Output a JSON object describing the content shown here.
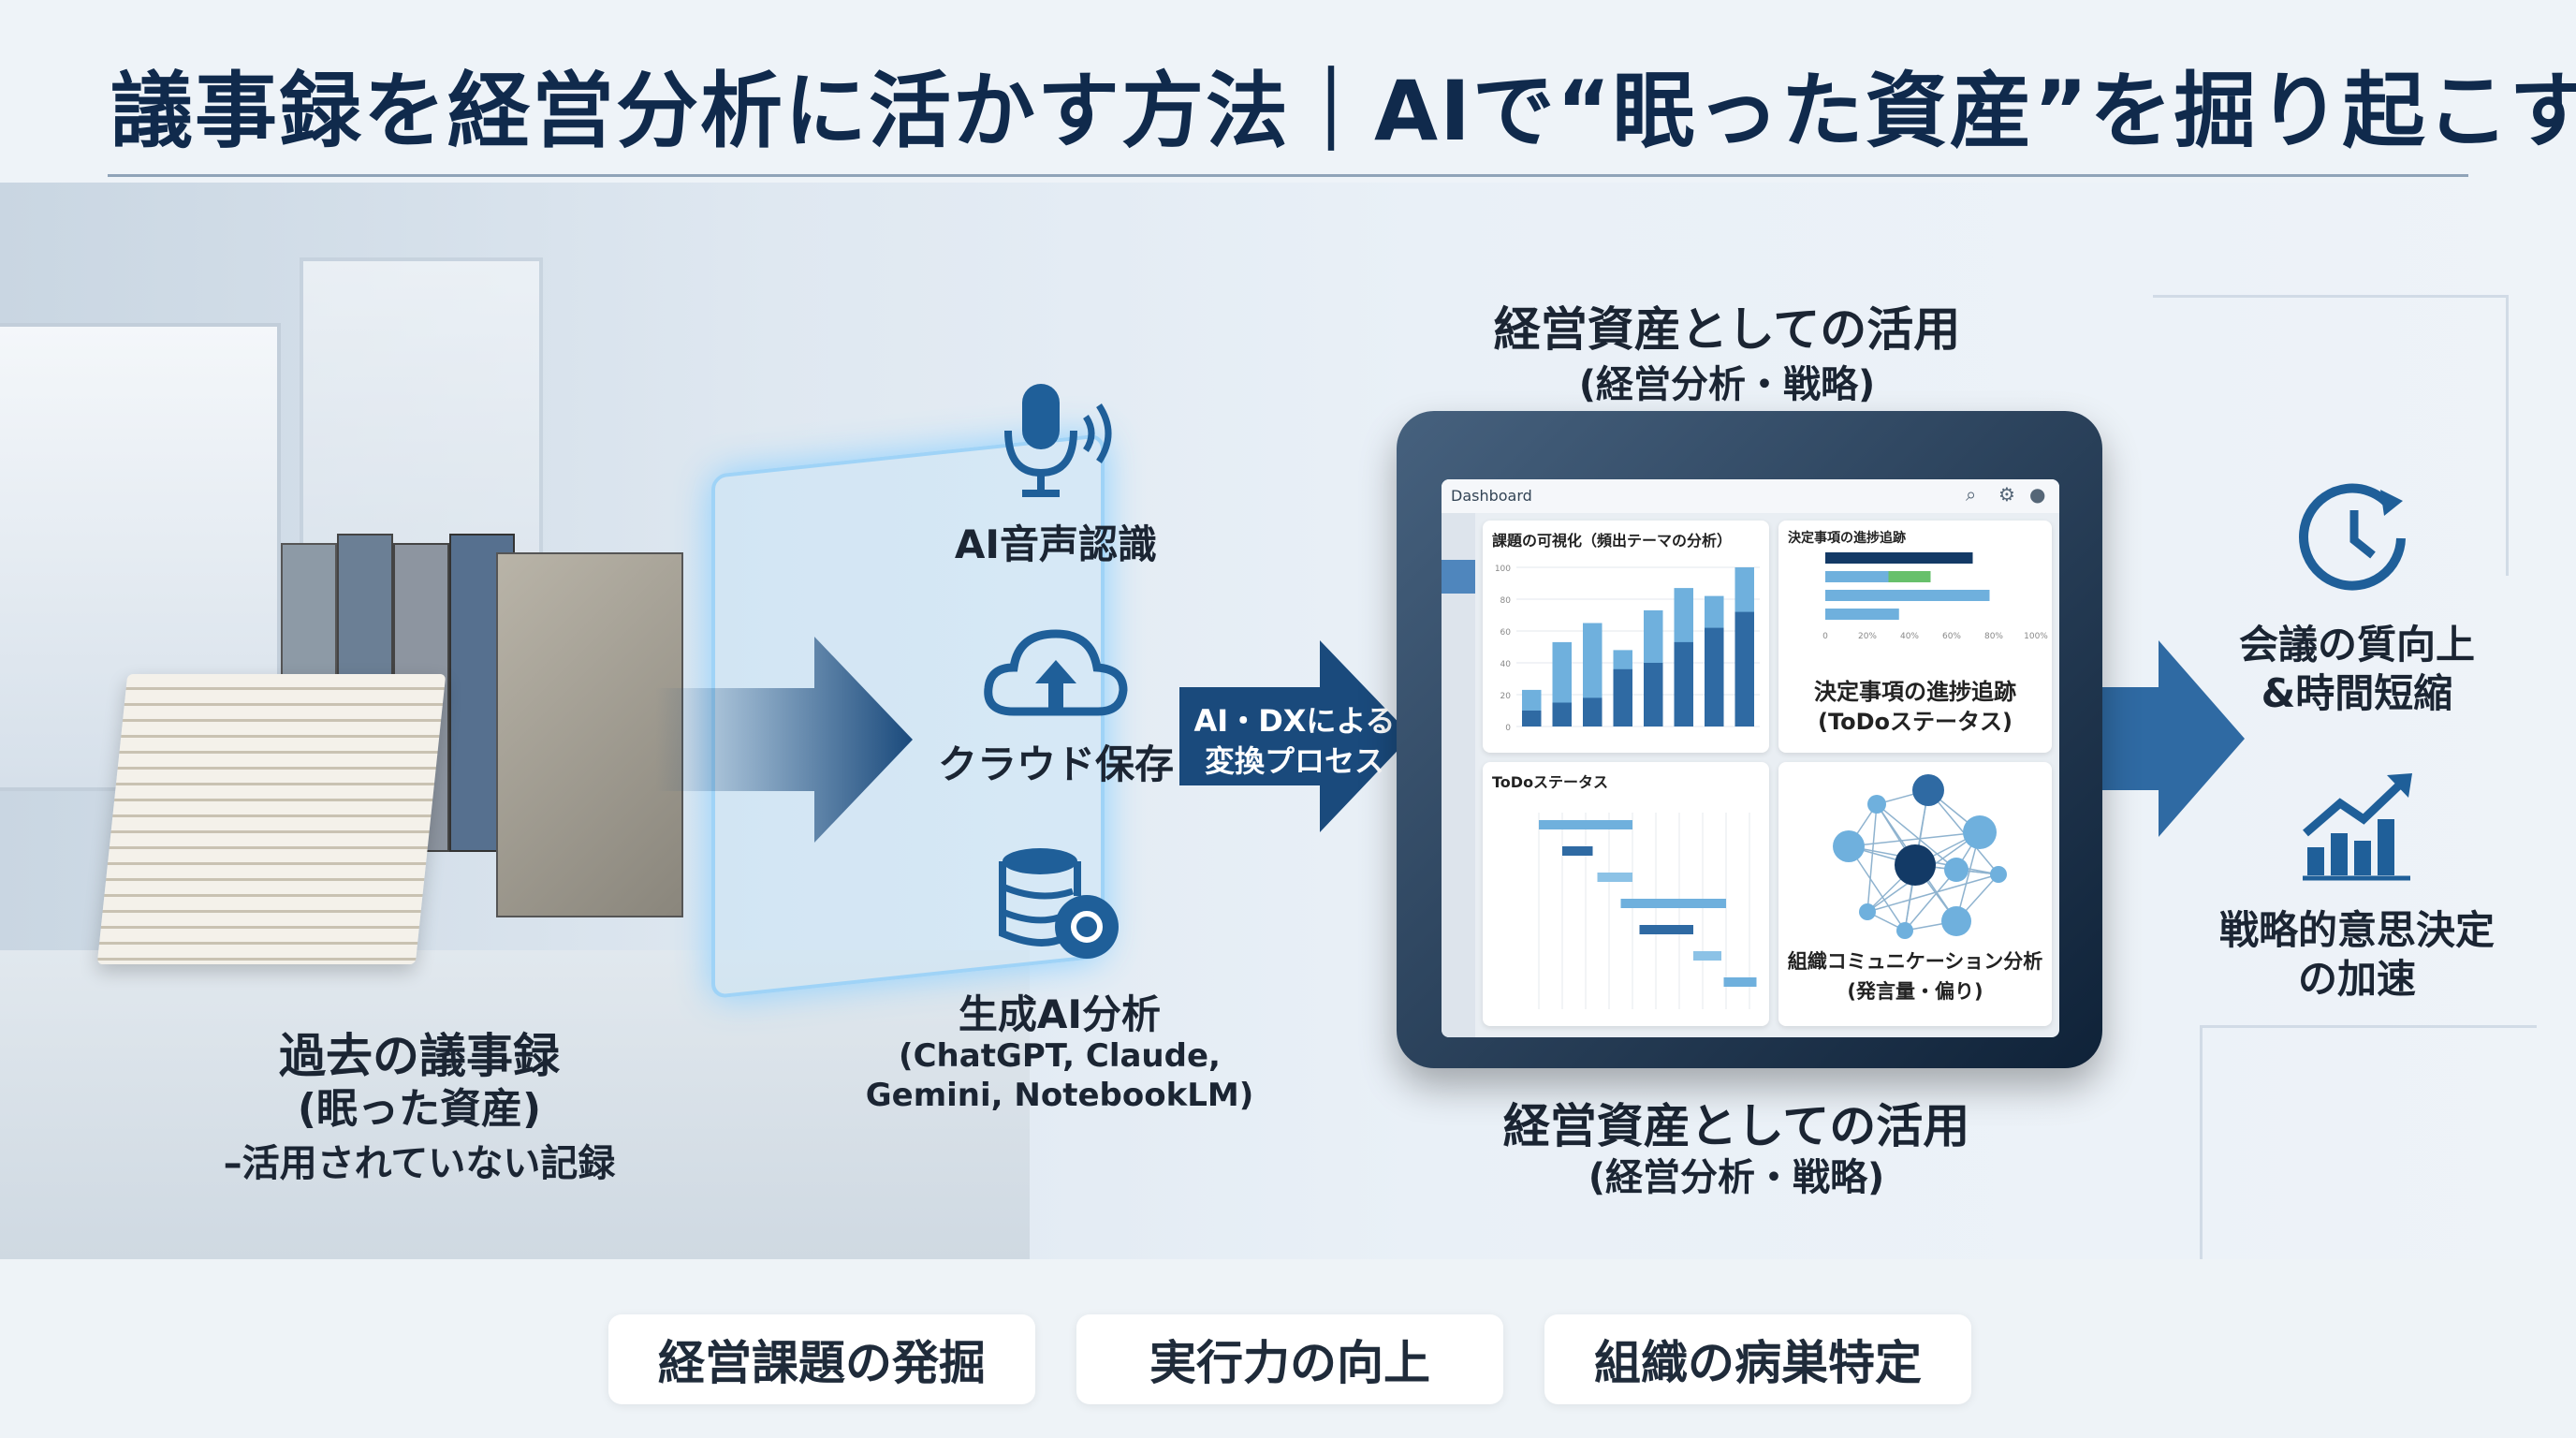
{
  "title": "議事録を経営分析に活かす方法｜AIで“眠った資産”を掘り起こす",
  "left": {
    "caption_title": "過去の議事録",
    "caption_sub": "(眠った資産)",
    "caption_note": "–活用されていない記録"
  },
  "process": {
    "steps": [
      {
        "icon": "microphone-icon",
        "label": "AI音声認識"
      },
      {
        "icon": "cloud-upload-icon",
        "label": "クラウド保存"
      },
      {
        "icon": "database-gear-icon",
        "label": "生成AI分析",
        "sub1": "(ChatGPT, Claude,",
        "sub2": "Gemini, NotebookLM)"
      }
    ],
    "arrow_label_1": "AI・DXによる",
    "arrow_label_2": "変換プロセス"
  },
  "top_heading": {
    "title": "経営資産としての活用",
    "sub": "(経営分析・戦略)"
  },
  "bottom_heading": {
    "title": "経営資産としての活用",
    "sub": "(経営分析・戦略)"
  },
  "dashboard": {
    "header": "Dashboard",
    "bar_panel": {
      "title": "課題の可視化（頻出テーマの分析）",
      "y_ticks": [
        "0",
        "20",
        "40",
        "60",
        "80",
        "100"
      ],
      "totals": [
        23,
        53,
        65,
        48,
        73,
        87,
        82,
        100
      ],
      "dark": [
        10,
        15,
        18,
        36,
        40,
        53,
        62,
        72
      ]
    },
    "progress_panel": {
      "title": "決定事項の進捗追跡",
      "x_ticks": [
        "0",
        "20%",
        "40%",
        "60%",
        "80%",
        "100%"
      ],
      "bars": [
        {
          "value": 70,
          "done": 0
        },
        {
          "value": 30,
          "done": 20
        },
        {
          "value": 78,
          "done": 0
        },
        {
          "value": 35,
          "done": 0
        }
      ],
      "caption1": "決定事項の進捗追跡",
      "caption2": "(ToDoステータス)"
    },
    "gantt_panel": {
      "title": "ToDoステータス",
      "tasks": [
        [
          0,
          4
        ],
        [
          1,
          2.3
        ],
        [
          2.5,
          4
        ],
        [
          3.5,
          8
        ],
        [
          4.3,
          6.6
        ],
        [
          6.6,
          7.8
        ],
        [
          7.9,
          9.3
        ]
      ]
    },
    "network_panel": {
      "caption1": "組織コミュニケーション分析",
      "caption2": "(発言量・偏り)"
    }
  },
  "outcomes": [
    {
      "icon": "clock-icon",
      "line1": "会議の質向上",
      "line2": "&時間短縮"
    },
    {
      "icon": "growth-chart-icon",
      "line1": "戦略的意思決定",
      "line2": "の加速"
    }
  ],
  "bottom_tags": [
    "経営課題の発掘",
    "実行力の向上",
    "組織の病巣特定"
  ],
  "colors": {
    "navy": "#133a66",
    "blue": "#2f6aa3",
    "light": "#6fb0dd",
    "green": "#67c06b"
  }
}
